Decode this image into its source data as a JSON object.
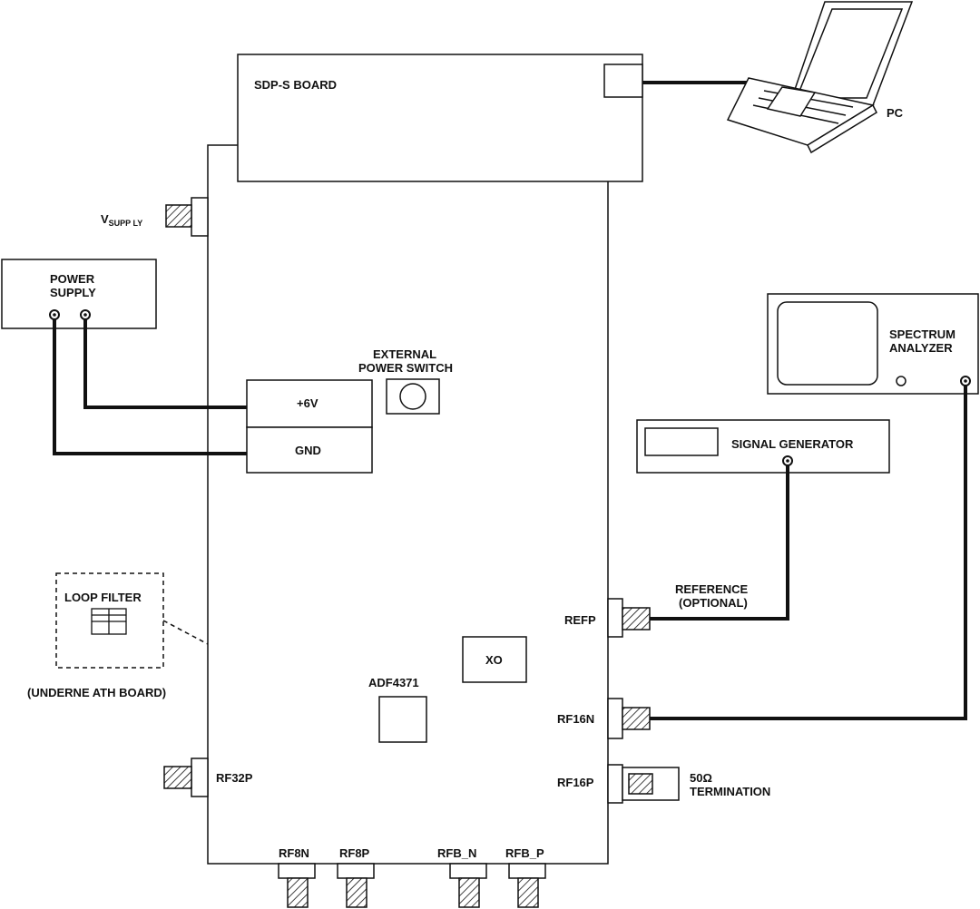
{
  "labels": {
    "sdp_board": "SDP-S BOARD",
    "pc": "PC",
    "vsupply_v": "V",
    "vsupply_sub": "SUPP LY",
    "power_supply_1": "POWER",
    "power_supply_2": "SUPPLY",
    "ext_switch_1": "EXTERNAL",
    "ext_switch_2": "POWER SWITCH",
    "plus6v": "+6V",
    "gnd": "GND",
    "spectrum_1": "SPECTRUM",
    "spectrum_2": "ANALYZER",
    "signal_generator": "SIGNAL GENERATOR",
    "reference_1": "REFERENCE",
    "reference_2": "(OPTIONAL)",
    "refp": "REFP",
    "loop_filter": "LOOP FILTER",
    "underneath": "(UNDERNE ATH BOARD)",
    "xo": "XO",
    "adf": "ADF4371",
    "rf16n": "RF16N",
    "rf16p": "RF16P",
    "term_1": "50Ω",
    "term_2": "TERMINATION",
    "rf32p": "RF32P",
    "rf8n": "RF8N",
    "rf8p": "RF8P",
    "rfbn": "RFB_N",
    "rfbp": "RFB_P"
  }
}
